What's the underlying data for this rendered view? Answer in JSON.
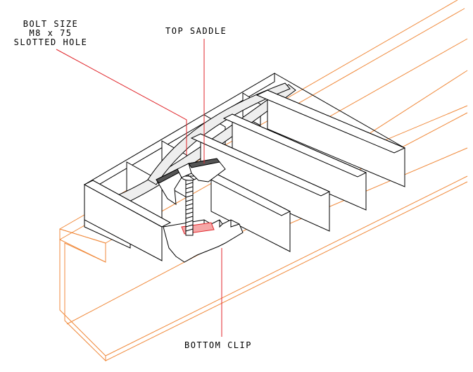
{
  "labels": {
    "bolt_size_line1": "BOLT SIZE",
    "bolt_size_line2": "M8 x 75",
    "bolt_size_line3": "SLOTTED HOLE",
    "top_saddle": "TOP SADDLE",
    "bottom_clip": "BOTTOM CLIP"
  },
  "colors": {
    "beam": "#f08a3c",
    "leader": "#e0262b",
    "ink": "#000000",
    "fill": "#ffffff"
  }
}
